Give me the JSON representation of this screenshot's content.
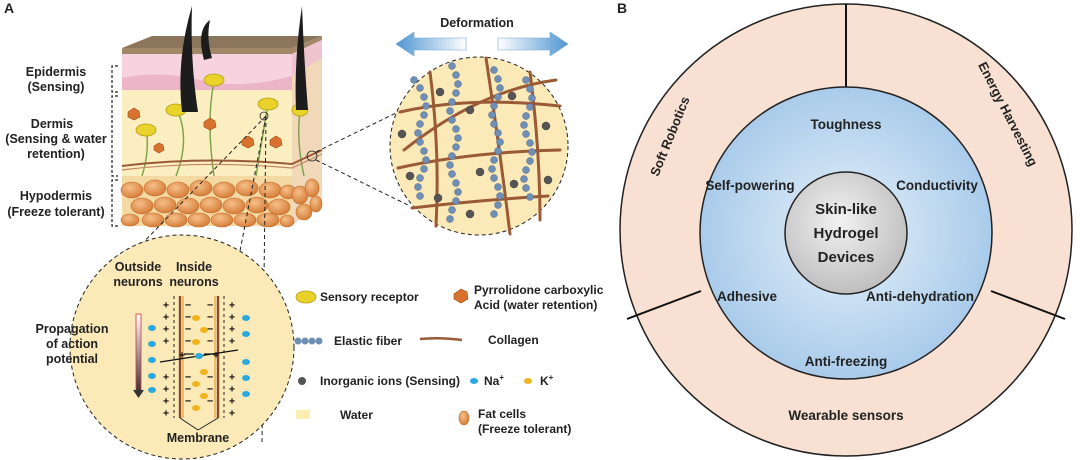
{
  "panel_a": {
    "label": "A",
    "layers": {
      "epidermis": [
        "Epidermis",
        "(Sensing)"
      ],
      "dermis": [
        "Dermis",
        "(Sensing & water",
        "retention)"
      ],
      "hypodermis": [
        "Hypodermis",
        "(Freeze tolerant)"
      ]
    },
    "deformation": "Deformation",
    "neuron": {
      "outside": [
        "Outside",
        "neurons"
      ],
      "inside": [
        "Inside",
        "neurons"
      ],
      "propagation": [
        "Propagation",
        "of action",
        "potential"
      ],
      "membrane": "Membrane"
    },
    "legend": {
      "sensory_receptor": "Sensory receptor",
      "pca": [
        "Pyrrolidone carboxylic",
        "Acid (water retention)"
      ],
      "elastic_fiber": "Elastic fiber",
      "collagen": "Collagen",
      "inorganic_ions": "Inorganic ions (Sensing)",
      "na": "Na",
      "k": "K",
      "ion_sup": "+",
      "water": "Water",
      "fat_cells": [
        "Fat cells",
        "(Freeze tolerant)"
      ]
    },
    "colors": {
      "skin_top": "#a08868",
      "epidermis": "#f1c9d6",
      "dermis": "#fbeec1",
      "fat": "#e49a5a",
      "receptor": "#e9d22a",
      "collagen": "#9b5a36",
      "elastic": "#6f8fb4",
      "na": "#2aa9e0",
      "k": "#f0b31f",
      "arrow": "#6aa6d8"
    }
  },
  "panel_b": {
    "label": "B",
    "outer": [
      "Soft Robotics",
      "Energy Harvesting",
      "Wearable sensors"
    ],
    "inner": [
      "Toughness",
      "Conductivity",
      "Anti-dehydration",
      "Anti-freezing",
      "Adhesive",
      "Self-powering"
    ],
    "center": [
      "Skin-like",
      "Hydrogel",
      "Devices"
    ],
    "colors": {
      "outer_ring": "#f8e0d2",
      "inner_disc": "#c2daf0",
      "center": "#d9d9d9"
    }
  }
}
